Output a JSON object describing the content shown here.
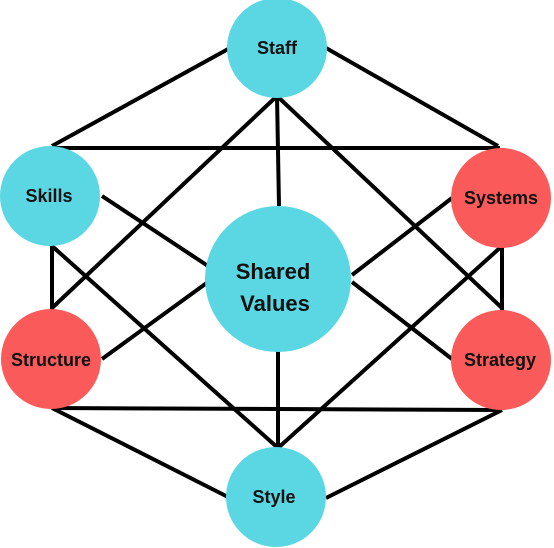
{
  "colors": {
    "blue_node": "#5ad7e2",
    "red_node": "#fb5a5a",
    "edge": "#000000",
    "text": "#111111"
  },
  "nodes": {
    "staff": {
      "label": "Staff",
      "color": "blue"
    },
    "skills": {
      "label": "Skills",
      "color": "blue"
    },
    "systems": {
      "label": "Systems",
      "color": "red"
    },
    "shared_values": {
      "label_line1": "Shared",
      "label_line2": "Values",
      "color": "blue"
    },
    "structure": {
      "label": "Structure",
      "color": "red"
    },
    "strategy": {
      "label": "Strategy",
      "color": "red"
    },
    "style": {
      "label": "Style",
      "color": "blue"
    }
  },
  "connections": [
    [
      "staff",
      "skills"
    ],
    [
      "staff",
      "systems"
    ],
    [
      "staff",
      "shared_values"
    ],
    [
      "staff",
      "structure"
    ],
    [
      "staff",
      "strategy"
    ],
    [
      "skills",
      "systems"
    ],
    [
      "skills",
      "structure"
    ],
    [
      "skills",
      "shared_values"
    ],
    [
      "skills",
      "style"
    ],
    [
      "systems",
      "strategy"
    ],
    [
      "systems",
      "shared_values"
    ],
    [
      "systems",
      "style"
    ],
    [
      "structure",
      "shared_values"
    ],
    [
      "structure",
      "strategy"
    ],
    [
      "structure",
      "style"
    ],
    [
      "strategy",
      "shared_values"
    ],
    [
      "strategy",
      "style"
    ],
    [
      "shared_values",
      "style"
    ]
  ]
}
